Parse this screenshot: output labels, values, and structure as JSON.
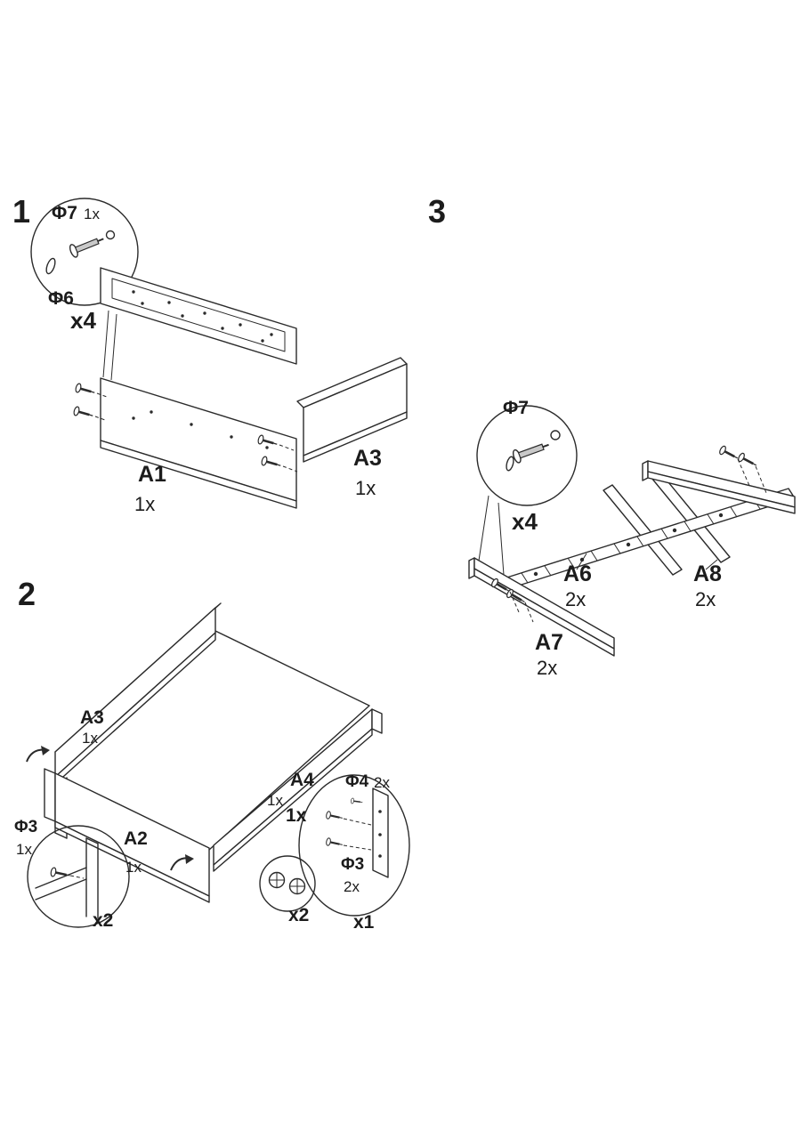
{
  "doc": {
    "kind": "furniture-assembly-instructions",
    "background": "#ffffff",
    "ink": "#2b2b2b"
  },
  "step1": {
    "number": "1",
    "phi7": "Φ7",
    "phi7_count": "1x",
    "phi6": "Φ6",
    "multiplier": "x4",
    "part_a1": "A1",
    "part_a1_count": "1x",
    "part_a3": "A3",
    "part_a3_count": "1x"
  },
  "step2": {
    "number": "2",
    "part_a3": "A3",
    "part_a3_count": "1x",
    "part_a4": "A4",
    "part_a4_count": "1x",
    "part_a4_qty": "1x",
    "part_a2": "A2",
    "part_a2_count": "1x",
    "phi3_left": "Φ3",
    "phi3_left_count": "1x",
    "phi3_left_multiplier": "x2",
    "cam_multiplier": "x2",
    "phi4": "Φ4",
    "phi4_count": "2x",
    "phi3_right": "Φ3",
    "phi3_right_count": "2x",
    "bracket_multiplier": "x1"
  },
  "step3": {
    "number": "3",
    "phi7": "Φ7",
    "multiplier": "x4",
    "part_a6": "A6",
    "part_a6_count": "2x",
    "part_a8": "A8",
    "part_a8_count": "2x",
    "part_a7": "A7",
    "part_a7_count": "2x"
  }
}
